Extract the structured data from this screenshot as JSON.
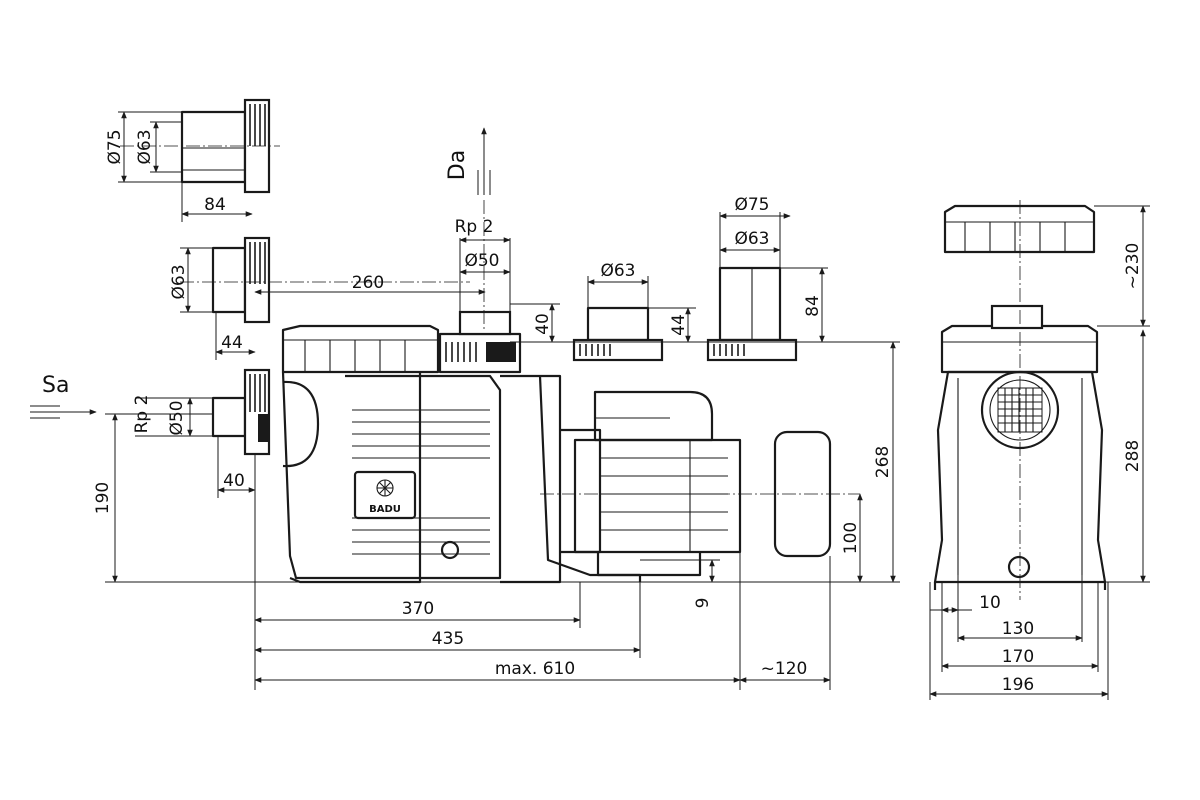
{
  "flow_labels": {
    "suction": "Sa",
    "discharge": "Da"
  },
  "brand": "BADU",
  "dimensions": {
    "d75_top": "Ø75",
    "d63_top": "Ø63",
    "w84_top": "84",
    "d63_mid": "Ø63",
    "w44_mid": "44",
    "len260": "260",
    "rp2_left": "Rp 2",
    "d50_left": "Ø50",
    "w40_left": "40",
    "h190": "190",
    "rp2_top": "Rp 2",
    "d50_top": "Ø50",
    "h40_top": "40",
    "d63_small": "Ø63",
    "h44_small": "44",
    "d75_right": "Ø75",
    "d63_right": "Ø63",
    "h84_right": "84",
    "h268": "268",
    "h100": "100",
    "h9": "9",
    "l370": "370",
    "l435": "435",
    "l610": "max. 610",
    "l120": "~120",
    "h230": "~230",
    "h288": "288",
    "w10": "10",
    "w130": "130",
    "w170": "170",
    "w196": "196"
  }
}
